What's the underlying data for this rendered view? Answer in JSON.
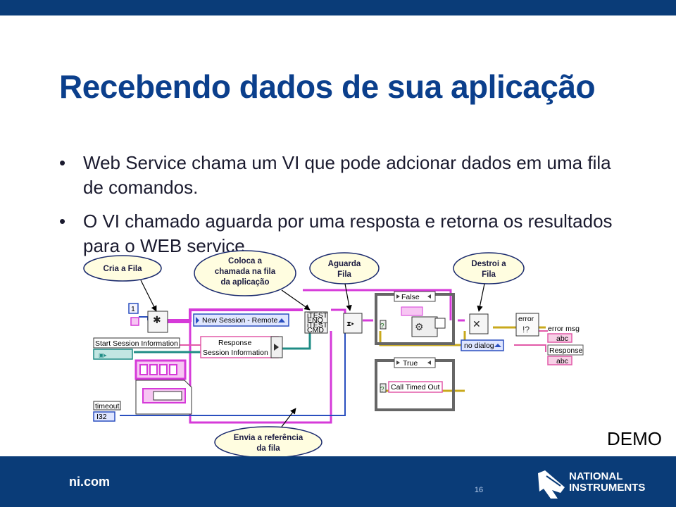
{
  "slide": {
    "title": "Recebendo dados de sua aplicação",
    "bullets": [
      {
        "marker": "•",
        "text": "Web Service chama um VI que pode adcionar dados em uma fila de comandos."
      },
      {
        "marker": "•",
        "text": "O VI chamado aguarda por uma resposta e retorna os resultados para o WEB service"
      }
    ],
    "demo_label": "DEMO",
    "page_number": "16"
  },
  "callouts": {
    "create_queue": "Cria a Fila",
    "enqueue_line1": "Coloca a",
    "enqueue_line2": "chamada na fila",
    "enqueue_line3": "da aplicação",
    "wait_queue_line1": "Aguarda",
    "wait_queue_line2": "Fila",
    "destroy_queue_line1": "Destroi a",
    "destroy_queue_line2": "Fila",
    "send_ref_line1": "Envia a referência",
    "send_ref_line2": "da fila"
  },
  "block_diagram": {
    "constant_one": "1",
    "new_session_enum": "New Session - Remote",
    "cluster_terms": [
      "iTEST",
      "ENQ",
      "iTEST",
      "CMD"
    ],
    "case_false": "False",
    "case_true": "True",
    "start_session_label": "Start Session Information",
    "response_label": "Response",
    "session_info_label": "Session Information",
    "timeout_label": "timeout",
    "timeout_type": "I32",
    "error_msg_label": "error msg",
    "abc_type": "abc",
    "no_dialog": "no dialog",
    "response_indicator": "Response",
    "call_timed_out": "Call Timed Out",
    "error_icon_text": "error"
  },
  "footer": {
    "site": "ni.com",
    "logo_line1": "NATIONAL",
    "logo_line2": "INSTRUMENTS"
  },
  "colors": {
    "brand_blue": "#0a3c78",
    "title_blue": "#0b3f8c",
    "queue_wire_magenta": "#d63ad9",
    "ref_wire_teal": "#1f8c85",
    "string_wire_pink": "#e25aa8",
    "error_wire_yellow": "#c9a91c",
    "callout_fill": "#fffde0"
  }
}
